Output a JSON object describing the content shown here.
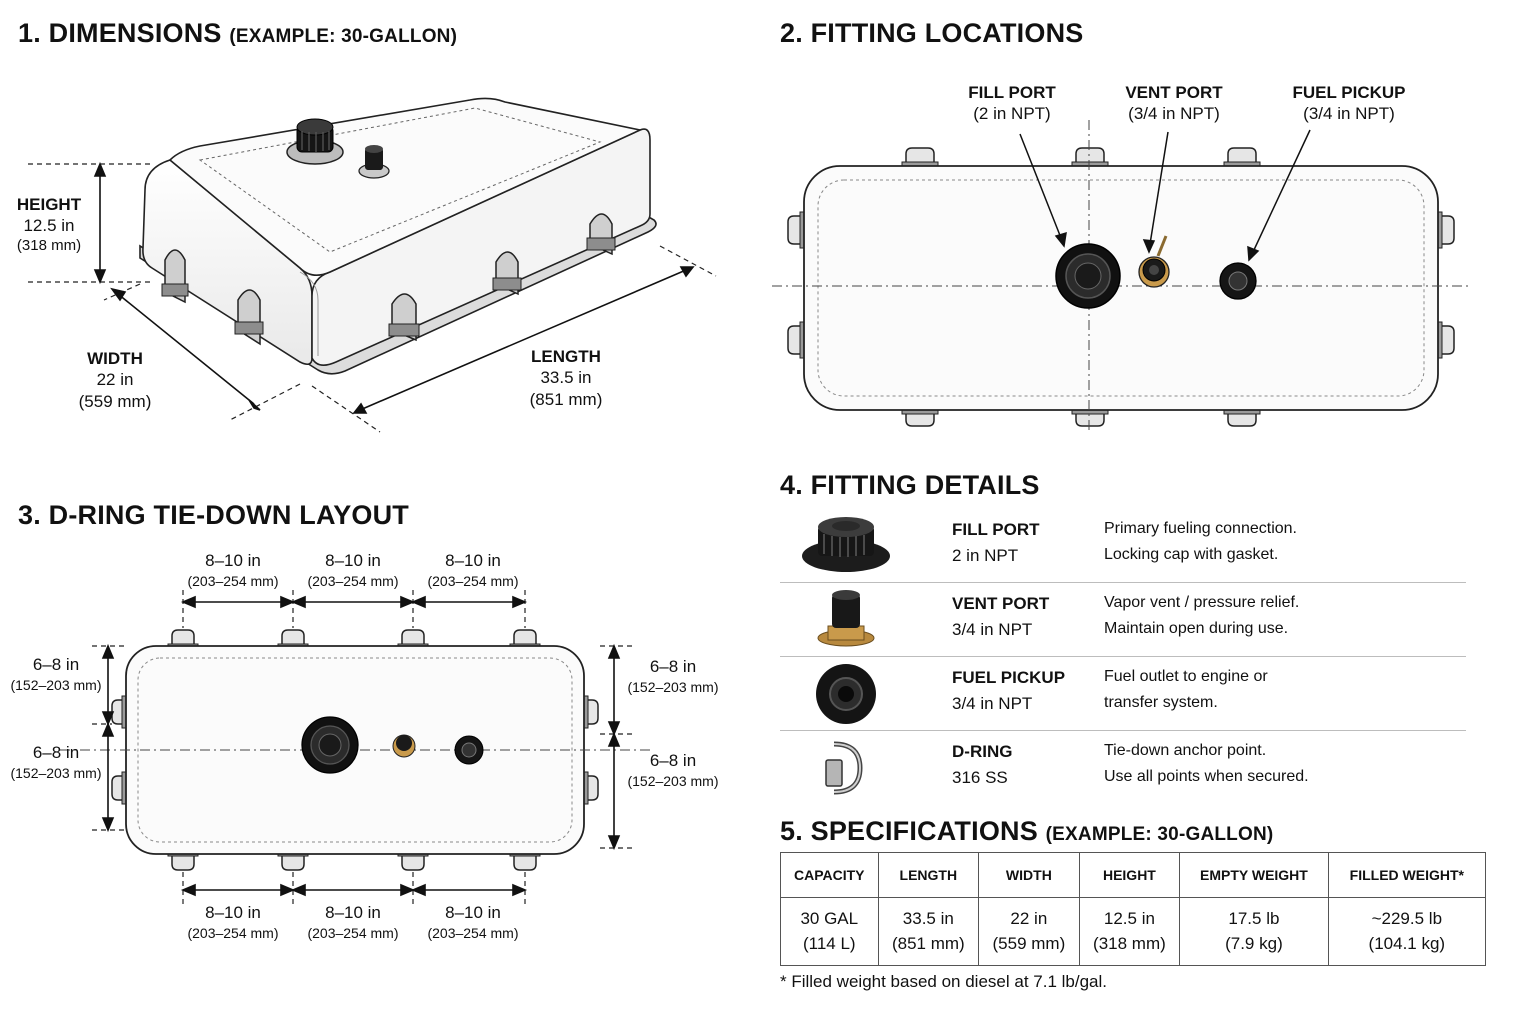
{
  "sections": {
    "dimensions": {
      "title": "1. DIMENSIONS",
      "subtitle": "(EXAMPLE: 30-GALLON)"
    },
    "fitting_locations": {
      "title": "2. FITTING LOCATIONS"
    },
    "dring_layout": {
      "title": "3. D-RING TIE-DOWN LAYOUT"
    },
    "fitting_details": {
      "title": "4. FITTING DETAILS"
    },
    "specifications": {
      "title": "5. SPECIFICATIONS",
      "subtitle": "(EXAMPLE: 30-GALLON)"
    }
  },
  "dimensions": {
    "height": {
      "label": "HEIGHT",
      "imperial": "12.5 in",
      "metric": "(318 mm)"
    },
    "width": {
      "label": "WIDTH",
      "imperial": "22 in",
      "metric": "(559 mm)"
    },
    "length": {
      "label": "LENGTH",
      "imperial": "33.5 in",
      "metric": "(851 mm)"
    }
  },
  "fitting_locations": {
    "fill_port": {
      "name": "FILL PORT",
      "size": "(2 in NPT)"
    },
    "vent_port": {
      "name": "VENT PORT",
      "size": "(3/4 in NPT)"
    },
    "fuel_pickup": {
      "name": "FUEL PICKUP",
      "size": "(3/4 in NPT)"
    }
  },
  "dring_layout": {
    "spacing": {
      "imperial": "8–10 in",
      "metric": "(203–254 mm)"
    },
    "end_spacing": {
      "imperial": "6–8 in",
      "metric": "(152–203 mm)"
    }
  },
  "fitting_details": [
    {
      "icon": "fill-port-cap-icon",
      "name": "FILL PORT",
      "spec": "2 in NPT",
      "line1": "Primary fueling connection.",
      "line2": "Locking cap with gasket."
    },
    {
      "icon": "vent-port-icon",
      "name": "VENT PORT",
      "spec": "3/4 in NPT",
      "line1": "Vapor vent / pressure relief.",
      "line2": "Maintain open during use."
    },
    {
      "icon": "fuel-pickup-icon",
      "name": "FUEL PICKUP",
      "spec": "3/4 in NPT",
      "line1": "Fuel outlet to engine or",
      "line2": "transfer system."
    },
    {
      "icon": "d-ring-icon",
      "name": "D-RING",
      "spec": "316 SS",
      "line1": "Tie-down anchor point.",
      "line2": "Use all points when secured."
    }
  ],
  "specifications": {
    "headers": [
      "CAPACITY",
      "LENGTH",
      "WIDTH",
      "HEIGHT",
      "EMPTY WEIGHT",
      "FILLED WEIGHT*"
    ],
    "values": [
      [
        "30 GAL",
        "(114 L)"
      ],
      [
        "33.5 in",
        "(851 mm)"
      ],
      [
        "22 in",
        "(559 mm)"
      ],
      [
        "12.5 in",
        "(318 mm)"
      ],
      [
        "17.5 lb",
        "(7.9 kg)"
      ],
      [
        "~229.5 lb",
        "(104.1 kg)"
      ]
    ],
    "footnote": "* Filled weight based on diesel at 7.1 lb/gal."
  }
}
